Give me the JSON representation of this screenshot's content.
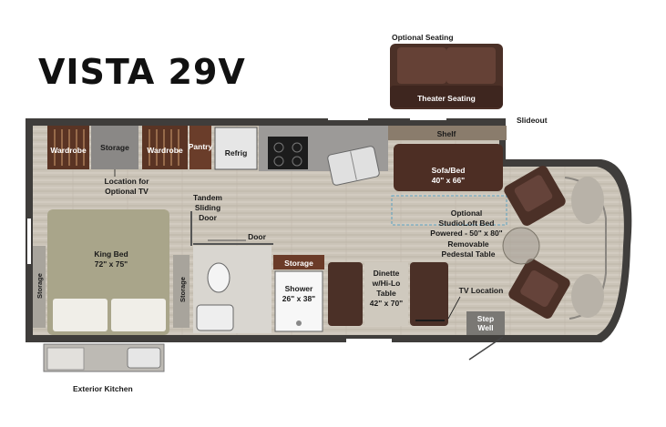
{
  "title": "VISTA 29V",
  "labels": {
    "optional_seating": "Optional Seating",
    "theater_seating": "Theater Seating",
    "slideout": "Slideout",
    "wardrobe_left": "Wardrobe",
    "storage_top": "Storage",
    "wardrobe_right": "Wardrobe",
    "pantry": "Pantry",
    "refrig": "Refrig",
    "shelf": "Shelf",
    "sofa_bed": "Sofa/Bed",
    "sofa_bed_size": "40\" x 66\"",
    "tv_location_optional_1": "Location for",
    "tv_location_optional_2": "Optional TV",
    "tandem_1": "Tandem",
    "tandem_2": "Sliding",
    "tandem_3": "Door",
    "door": "Door",
    "king_bed": "King Bed",
    "king_bed_size": "72\" x 75\"",
    "storage_left": "Storage",
    "storage_bath": "Storage",
    "storage_shower": "Storage",
    "shower": "Shower",
    "shower_size": "26\" x 38\"",
    "dinette_1": "Dinette",
    "dinette_2": "w/Hi-Lo",
    "dinette_3": "Table",
    "dinette_4": "42\" x 70\"",
    "studioloft_1": "Optional",
    "studioloft_2": "StudioLoft Bed",
    "studioloft_3": "Powered - 50\" x 80\"",
    "removable_1": "Removable",
    "removable_2": "Pedestal Table",
    "tv_location": "TV Location",
    "step_1": "Step",
    "step_2": "Well",
    "exterior_kitchen": "Exterior Kitchen"
  },
  "colors": {
    "floor": "#cfc8bd",
    "wall": "#3f3d3b",
    "furniture_brown": "#5a3f33",
    "bed": "#a9a58a",
    "cabinet": "#8a8886"
  }
}
